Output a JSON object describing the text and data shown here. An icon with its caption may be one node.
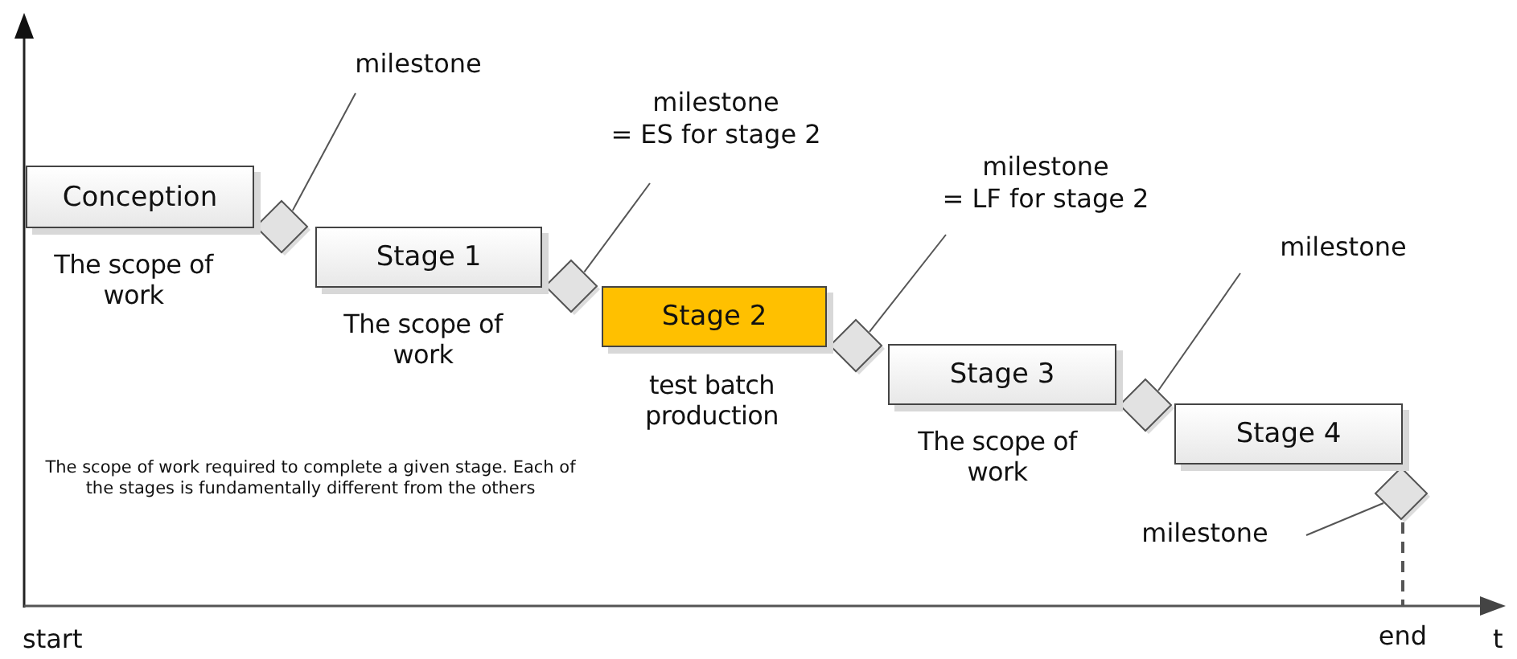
{
  "diagram": {
    "nodes": [
      {
        "text": [
          "Conception"
        ],
        "beside": [
          "The scope of work"
        ]
      },
      {
        "text": [],
        "shape": "diamond"
      },
      {
        "text": [
          "Stage 1"
        ],
        "beside": [
          "The scope of work"
        ]
      },
      {
        "text": [],
        "shape": "diamond"
      },
      {
        "text": [
          "Stage 2"
        ],
        "beside": [
          "test batch production"
        ]
      },
      {
        "text": [],
        "shape": "diamond"
      },
      {
        "text": [
          "Stage 3"
        ],
        "beside": [
          "The scope of work"
        ]
      },
      {
        "text": [],
        "shape": "diamond"
      },
      {
        "text": [
          "Stage 4"
        ]
      },
      {
        "text": [],
        "shape": "diamond"
      },
      {
        "text": [
          "milestone"
        ]
      },
      {
        "text": [
          "milestone",
          "= ES for stage 2"
        ]
      },
      {
        "text": [
          "milestone",
          "= LF for stage 2"
        ]
      },
      {
        "text": [
          "milestone"
        ]
      },
      {
        "text": [
          "milestone"
        ]
      },
      {
        "text": [
          "end"
        ]
      }
    ],
    "edges": [
      {
        "from": 10,
        "to": 1,
        "arrow": "none"
      },
      {
        "from": 11,
        "to": 3,
        "arrow": "none"
      },
      {
        "from": 12,
        "to": 5,
        "arrow": "none"
      },
      {
        "from": 13,
        "to": 7,
        "arrow": "none"
      },
      {
        "from": 14,
        "to": 9,
        "arrow": "none"
      },
      {
        "from": 9,
        "to": 15,
        "arrow": "none",
        "style": "dashed"
      }
    ],
    "labels": [
      "The scope of work required to complete a given stage. Each of the stages is fundamentally different from the others",
      "start",
      "t"
    ]
  }
}
